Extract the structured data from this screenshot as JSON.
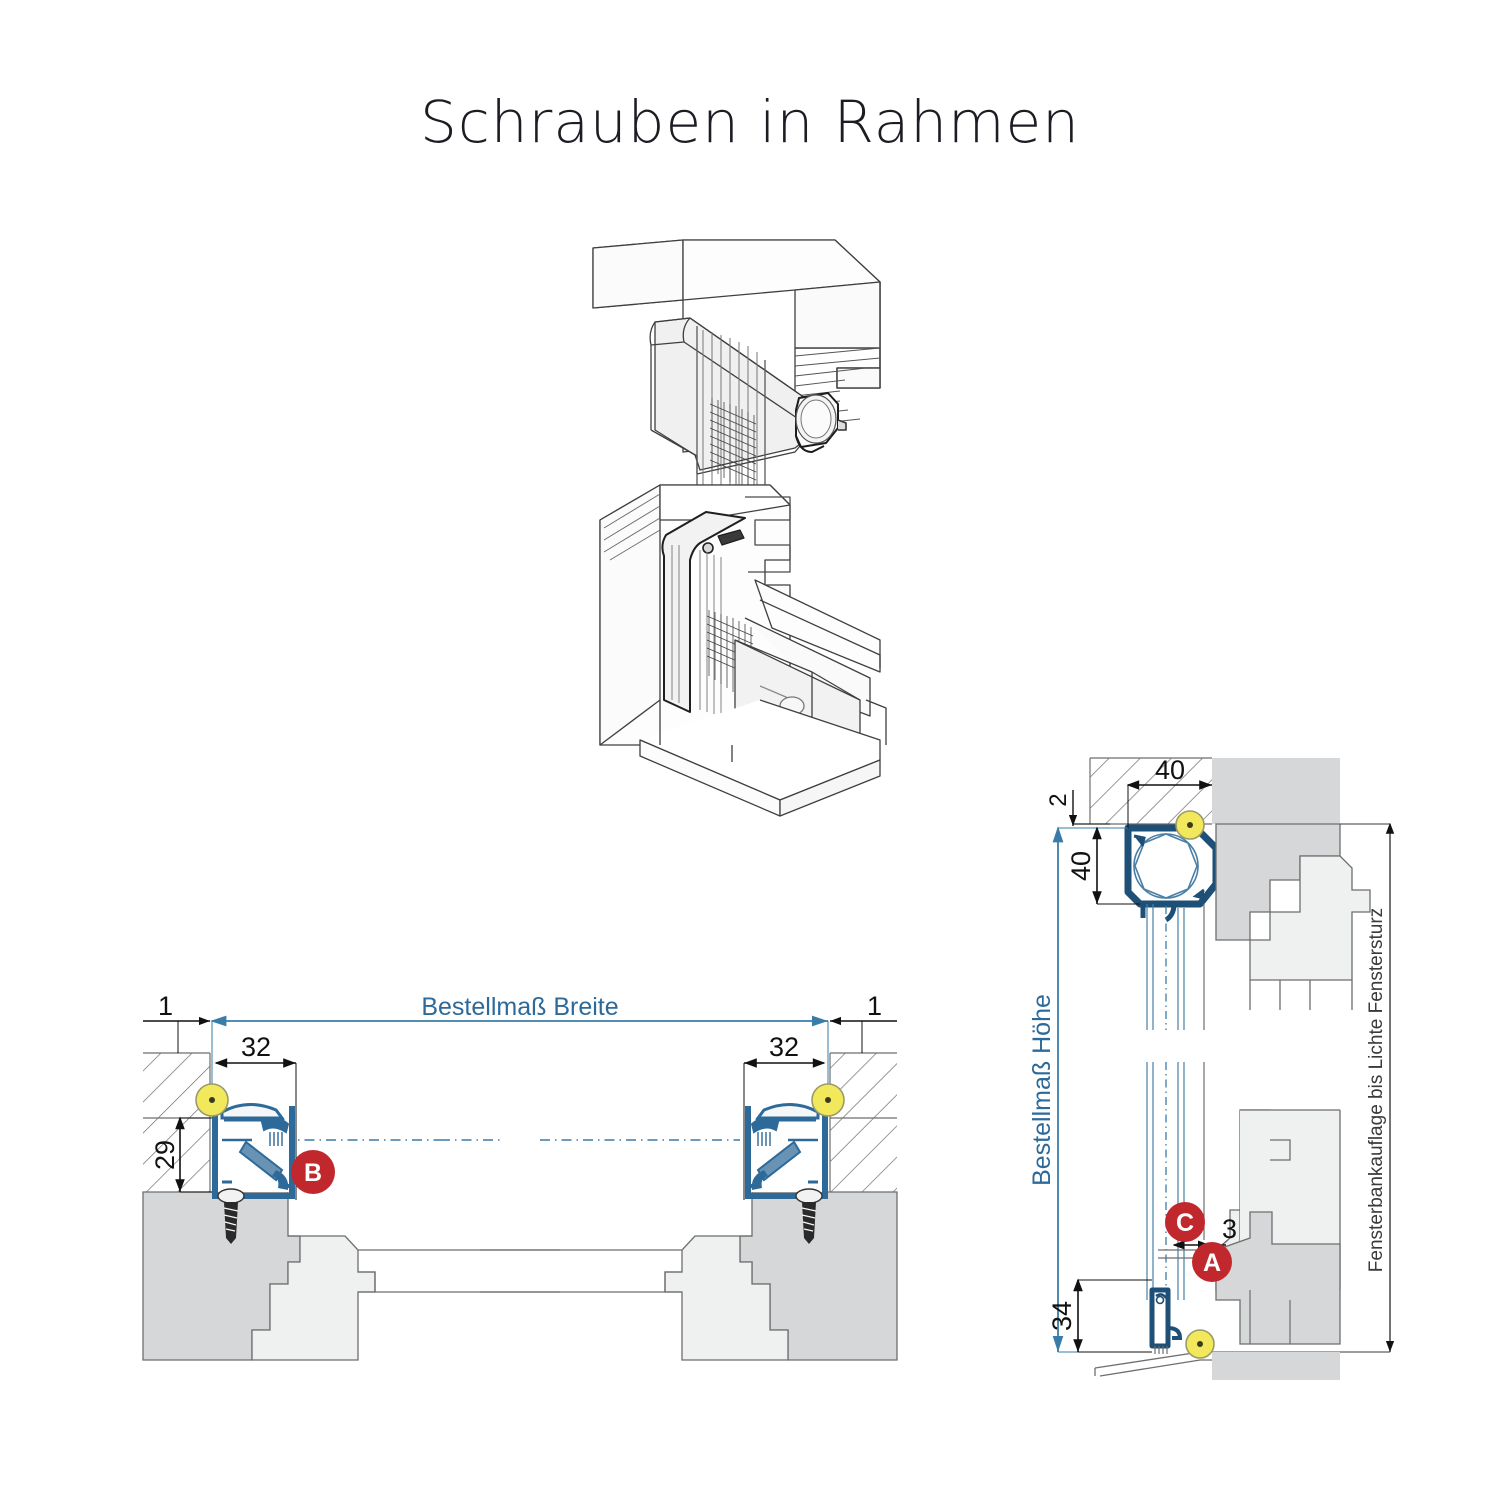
{
  "page": {
    "title": "Schrauben in Rahmen",
    "background": "#ffffff"
  },
  "colors": {
    "title_text": "#1b1d23",
    "profile_blue": "#2d6a99",
    "dimension_blue": "#3a7ca8",
    "badge_red": "#c0282d",
    "marker_yellow": "#f2e85c",
    "frame_gray_dark": "#d5d7d8",
    "frame_gray_light": "#eff0f0",
    "line_gray": "#6e6e6e",
    "dim_text": "#111111"
  },
  "views": {
    "isometric": {
      "name": "isometric-window-cutaway",
      "description": "Isometrische Schnittdarstellung Fenster mit Rollladenkasten"
    },
    "horizontal_section": {
      "name": "horizontal-section",
      "labels": {
        "overall": "Bestellmaß Breite",
        "left_gap": "1",
        "right_gap": "1",
        "left_depth": "32",
        "right_depth": "32",
        "height_29": "29"
      },
      "badges": [
        {
          "id": "B",
          "label": "B"
        }
      ]
    },
    "vertical_section": {
      "name": "vertical-section",
      "labels": {
        "overall": "Bestellmaß Höhe",
        "outer": "Fensterbankauflage bis Lichte Fenstersturz",
        "top_offset": "2",
        "box_width": "40",
        "box_height": "40",
        "rail_gap": "3",
        "bottom_height": "34"
      },
      "badges": [
        {
          "id": "C",
          "label": "C"
        },
        {
          "id": "A",
          "label": "A"
        }
      ]
    }
  },
  "markers": {
    "screw_position": "screw-position-marker",
    "count": 4
  }
}
